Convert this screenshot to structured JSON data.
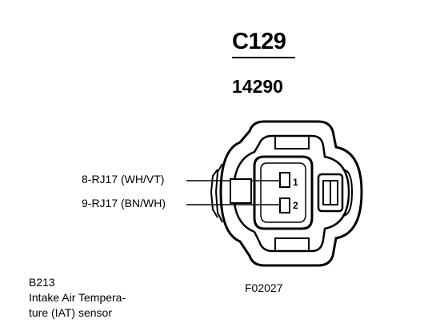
{
  "connector": {
    "id": "C129",
    "part_number": "14290"
  },
  "pins": [
    {
      "number": "1",
      "circuit": "8-RJ17 (WH/VT)"
    },
    {
      "number": "2",
      "circuit": "9-RJ17 (BN/WH)"
    }
  ],
  "component": {
    "code": "B213",
    "description_line1": "Intake Air Tempera-",
    "description_line2": "ture (IAT) sensor"
  },
  "figure_id": "F02027"
}
